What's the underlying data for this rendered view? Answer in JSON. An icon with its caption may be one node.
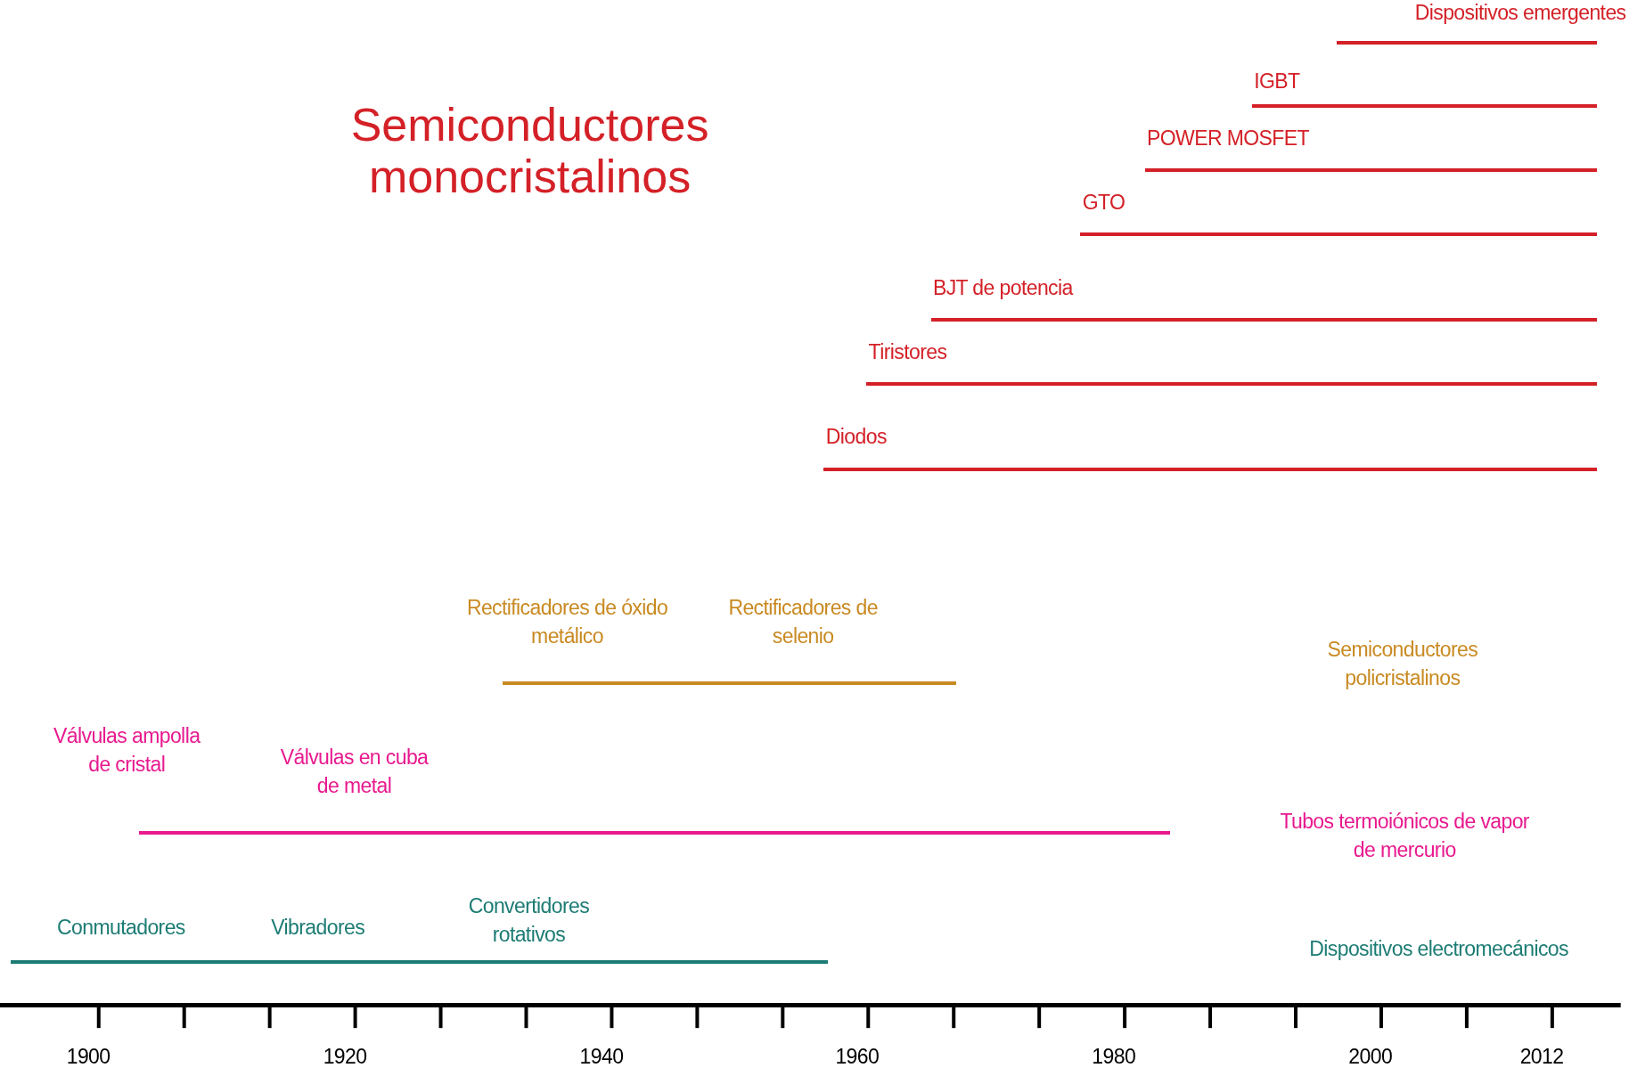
{
  "diagram": {
    "nodes": [
      {
        "text": [
          "Dispositivos emergentes"
        ]
      },
      {
        "text": [
          "IGBT"
        ]
      },
      {
        "text": [
          "POWER MOSFET"
        ]
      },
      {
        "text": [
          "GTO"
        ]
      },
      {
        "text": [
          "BJT de potencia"
        ]
      },
      {
        "text": [
          "Tiristores"
        ]
      },
      {
        "text": [
          "Diodos"
        ]
      },
      {
        "text": [
          "Rectificadores de óxido metálico",
          "Rectificadores de selenio"
        ]
      },
      {
        "text": [
          "Válvulas ampolla de cristal",
          "Válvulas en cuba de metal"
        ]
      },
      {
        "text": [
          "Conmutadores",
          "Vibradores",
          "Convertidores rotativos"
        ]
      }
    ],
    "edges": [],
    "labels": [
      "Semiconductores monocristalinos",
      "Semiconductores policristalinos",
      "Tubos termoiónicos de vapor de mercurio",
      "Dispositivos electromecánicos",
      "1900",
      "1920",
      "1940",
      "1960",
      "1980",
      "2000",
      "2012"
    ]
  }
}
